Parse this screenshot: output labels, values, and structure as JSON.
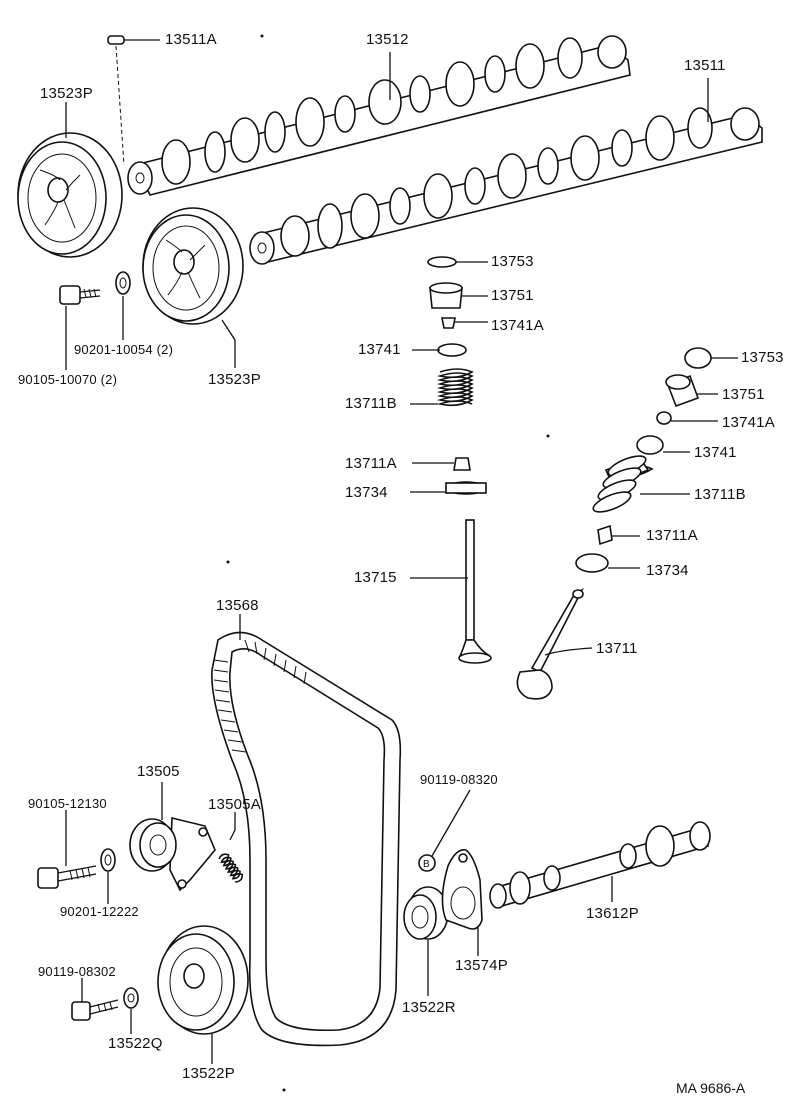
{
  "labels": {
    "p13511A": "13511A",
    "p13512": "13512",
    "p13511": "13511",
    "p13523P_top": "13523P",
    "p13523P_mid": "13523P",
    "p90201_10054": "90201-10054 (2)",
    "p90105_10070": "90105-10070 (2)",
    "l13753": "13753",
    "l13751": "13751",
    "l13741A": "13741A",
    "l13741": "13741",
    "l13711B": "13711B",
    "l13711A": "13711A",
    "l13734": "13734",
    "l13715": "13715",
    "r13753": "13753",
    "r13751": "13751",
    "r13741A": "13741A",
    "r13741": "13741",
    "r13711B": "13711B",
    "r13711A": "13711A",
    "r13734": "13734",
    "r13711": "13711",
    "p13568": "13568",
    "p13505": "13505",
    "p13505A": "13505A",
    "p90105_12130": "90105-12130",
    "p90201_12222": "90201-12222",
    "p90119_08320": "90119-08320",
    "p13612P": "13612P",
    "p13574P": "13574P",
    "p13522R": "13522R",
    "p90119_08302": "90119-08302",
    "p13522Q": "13522Q",
    "p13522P": "13522P",
    "callout_b": "B"
  },
  "reference_code": "MA 9686-A",
  "icons": {
    "camshaft": "camshaft-icon",
    "sprocket": "timing-pulley-icon",
    "belt": "timing-belt-icon",
    "valve": "valve-icon",
    "spring": "valve-spring-icon"
  }
}
